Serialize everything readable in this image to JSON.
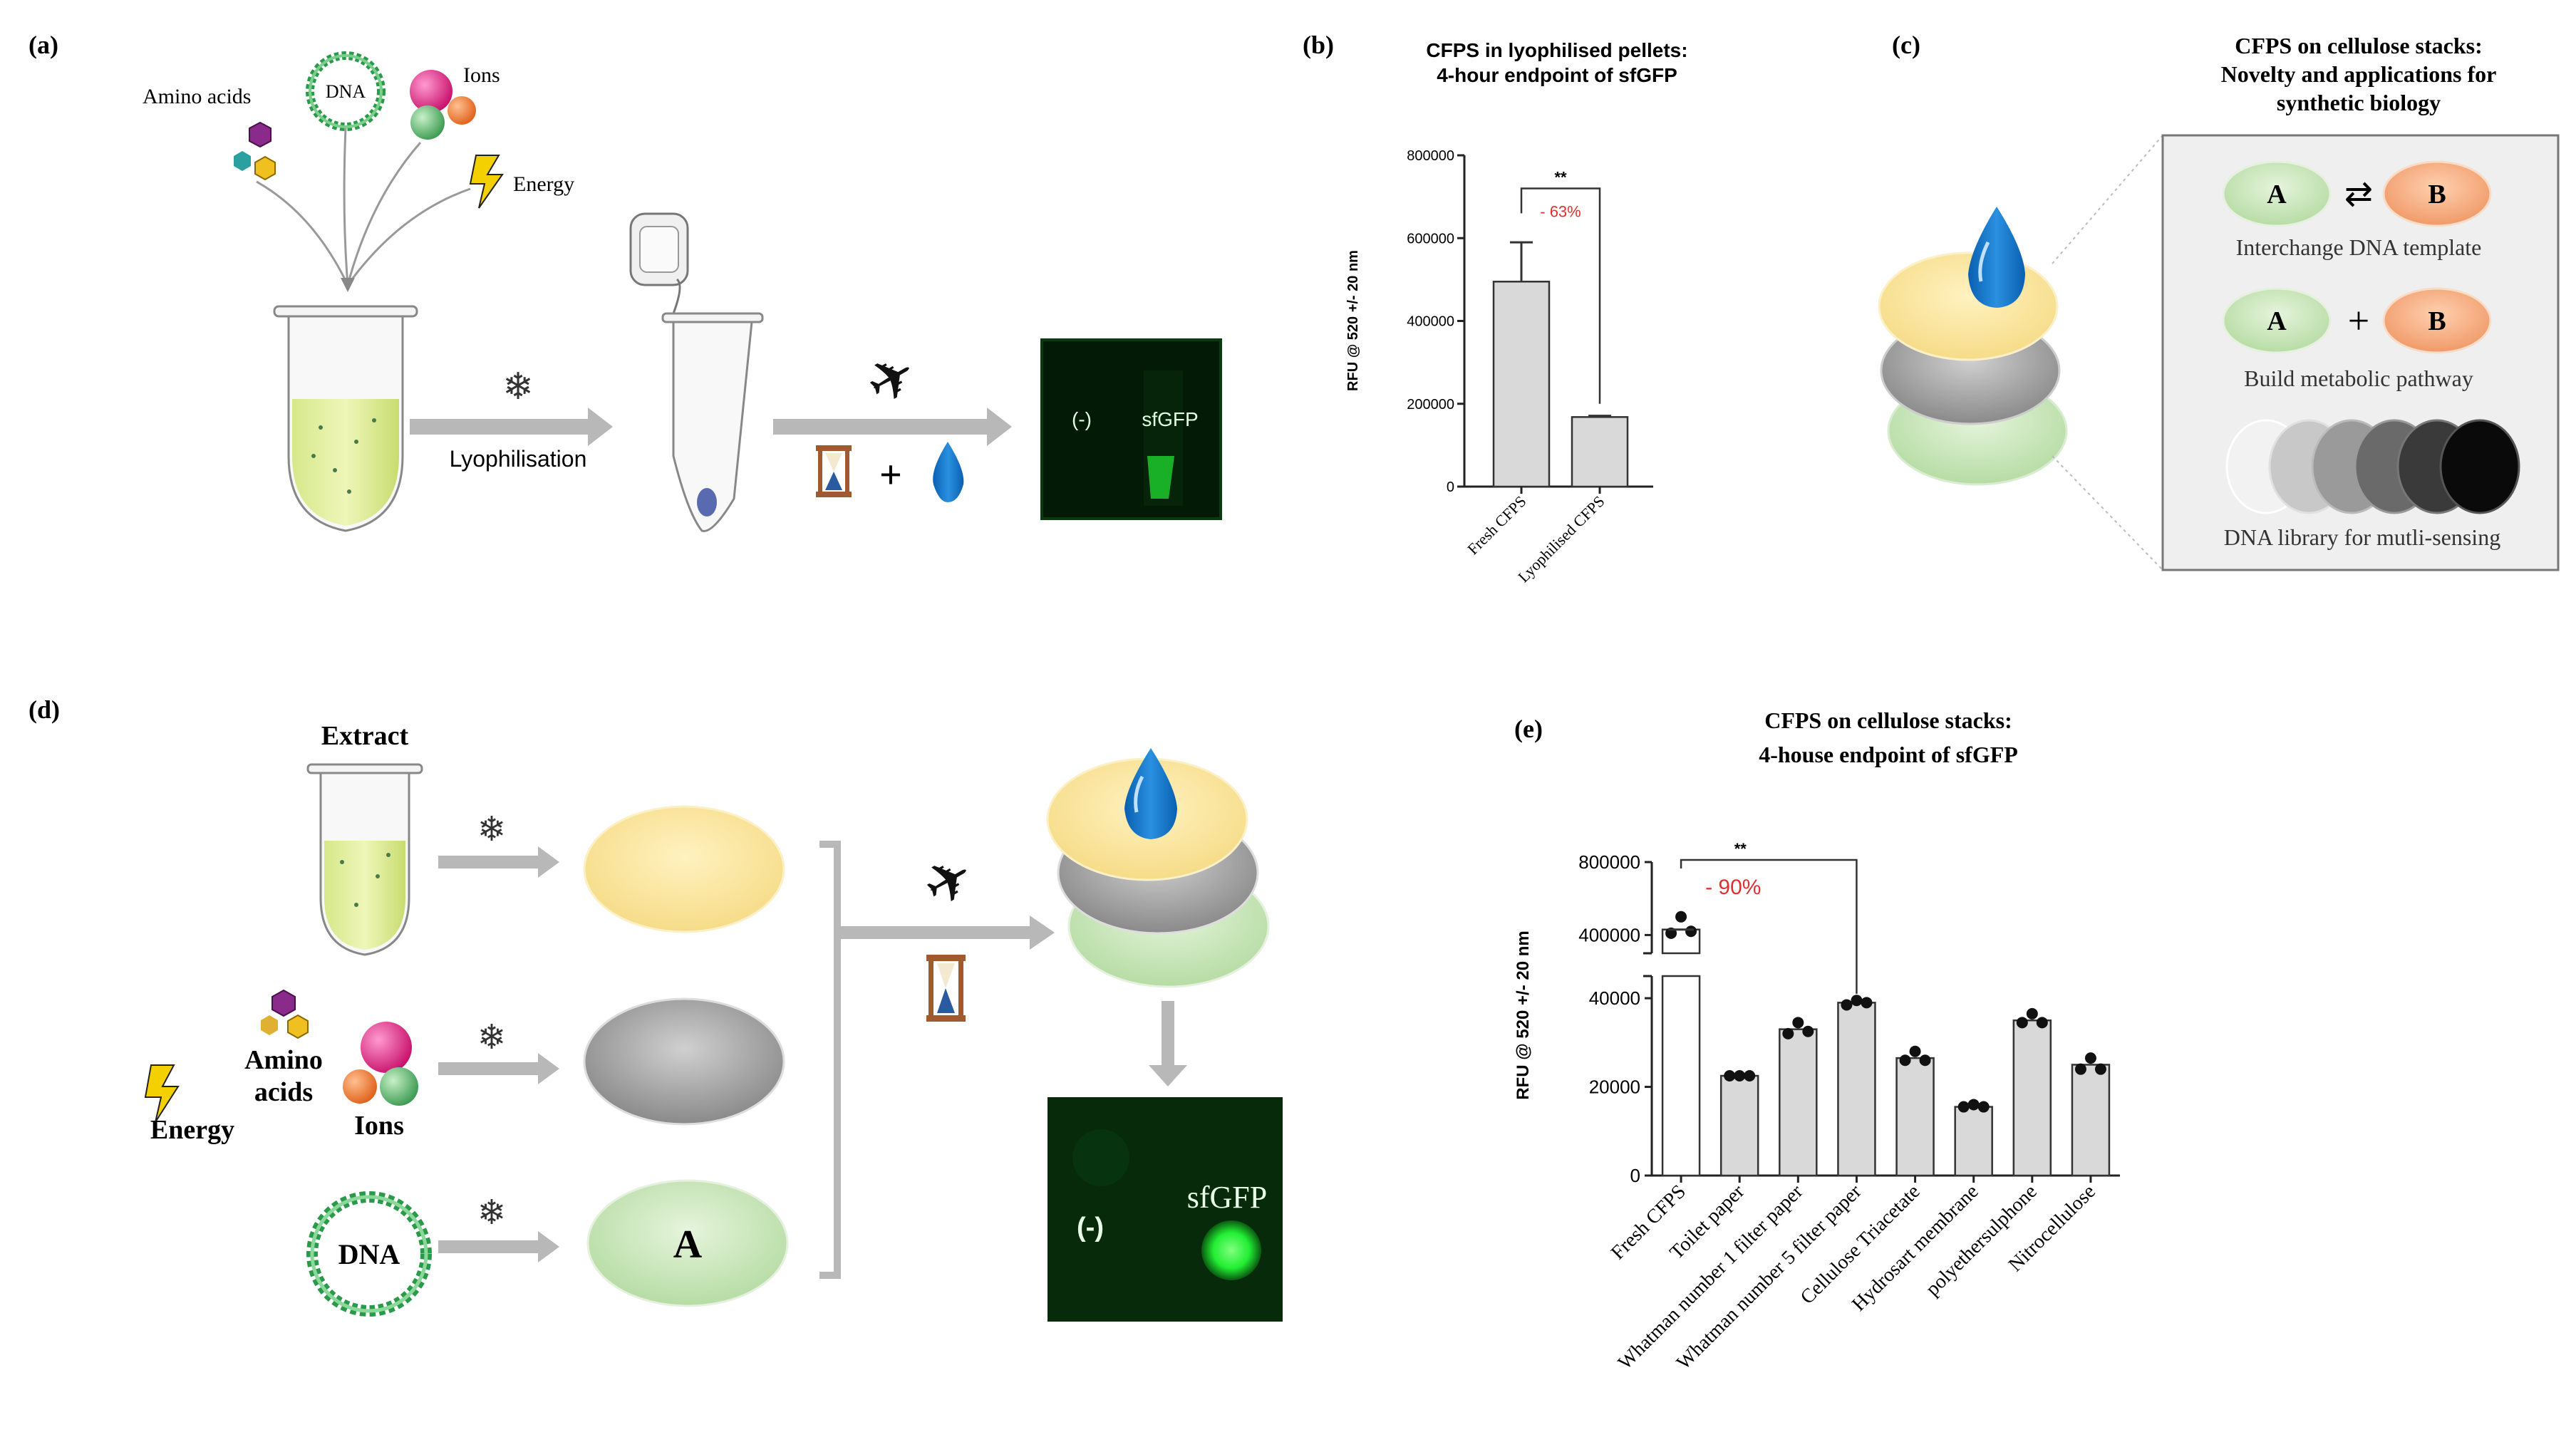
{
  "panel_a": {
    "label": "(a)",
    "amino_acids": "Amino acids",
    "dna": "DNA",
    "ions": "Ions",
    "energy": "Energy",
    "lyophilisation": "Lyophilisation",
    "neg": "(-)",
    "sfgfp": "sfGFP"
  },
  "panel_b": {
    "label": "(b)",
    "title_line1": "CFPS in lyophilised pellets:",
    "title_line2": "4-hour endpoint of sfGFP",
    "sig": "**",
    "pct": "- 63%"
  },
  "panel_c": {
    "label": "(c)",
    "title_line1": "CFPS on cellulose stacks:",
    "title_line2": "Novelty and applications for",
    "title_line3": "synthetic biology",
    "a_letter": "A",
    "b_letter": "B",
    "interchange": "Interchange DNA template",
    "plus": "+",
    "build": "Build  metabolic pathway",
    "library": "DNA library for mutli-sensing"
  },
  "panel_d": {
    "label": "(d)",
    "extract": "Extract",
    "amino_line1": "Amino",
    "amino_line2": "acids",
    "ions": "Ions",
    "energy": "Energy",
    "dna": "DNA",
    "a_letter": "A",
    "neg": "(-)",
    "sfgfp": "sfGFP"
  },
  "panel_e": {
    "label": "(e)",
    "title_line1": "CFPS on cellulose stacks:",
    "title_line2": "4-house endpoint of sfGFP",
    "sig": "**",
    "pct": "- 90%"
  },
  "colors": {
    "bar_fill": "#d9d9d9",
    "reduction_red": "#e03030",
    "gfp_green": "#22ee33",
    "disc_yellow": "#fbe6a0",
    "disc_grey": "#b0b0b0",
    "disc_green": "#cfe8c0",
    "disc_orange": "#f5b08a",
    "water_blue": "#1f7fd0"
  },
  "chart_data": [
    {
      "type": "bar",
      "title": "CFPS in lyophilised pellets: 4-hour endpoint of sfGFP",
      "categories": [
        "Fresh CFPS",
        "Lyophilised CFPS"
      ],
      "values": [
        495000,
        168000
      ],
      "errors": [
        95000,
        3000
      ],
      "ylabel": "RFU @ 520 +/- 20 nm",
      "ylim": [
        0,
        800000
      ],
      "yticks": [
        "0",
        "200000",
        "400000",
        "600000",
        "800000"
      ],
      "annotation": {
        "significance": "**",
        "reduction": "- 63%"
      }
    },
    {
      "type": "bar",
      "title": "CFPS on cellulose stacks: 4-house endpoint of sfGFP",
      "categories": [
        "Fresh CFPS",
        "Toilet paper",
        "Whatman number 1 filter paper",
        "Whatman number 5 filter paper",
        "Cellulose Triacetate",
        "Hydrosart membrane",
        "polyethersulphone",
        "Nitrocellulose"
      ],
      "values": [
        430000,
        22500,
        33000,
        39000,
        26500,
        15500,
        35000,
        25000
      ],
      "replicates": [
        [
          410000,
          500000,
          420000
        ],
        [
          22500,
          22500,
          22500
        ],
        [
          32000,
          34500,
          32500
        ],
        [
          38500,
          39500,
          39000
        ],
        [
          26000,
          28000,
          26000
        ],
        [
          15500,
          16000,
          15500
        ],
        [
          34500,
          36500,
          34500
        ],
        [
          24000,
          26500,
          24000
        ]
      ],
      "ylabel": "RFU @ 520 +/- 20 nm",
      "y_axis": "broken",
      "yticks_lower": [
        "0",
        "20000",
        "40000"
      ],
      "yticks_upper": [
        "400000",
        "800000"
      ],
      "annotation": {
        "significance": "**",
        "reduction": "- 90%"
      }
    }
  ]
}
